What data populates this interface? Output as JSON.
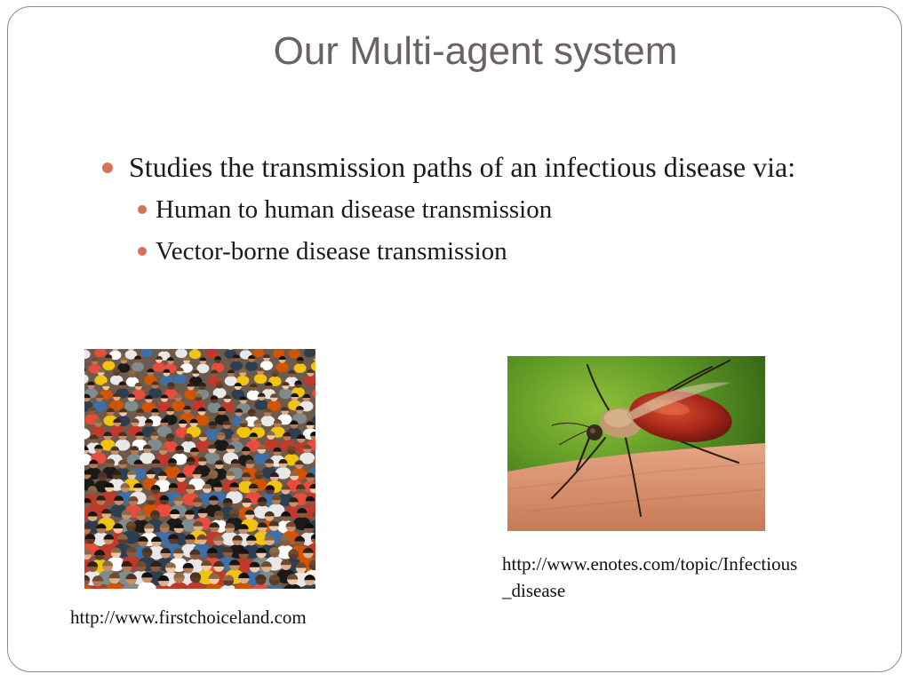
{
  "slide": {
    "title": "Our Multi-agent system",
    "bullet_main": "Studies the transmission paths of an infectious disease via:",
    "sub_bullets": [
      "Human to human disease transmission",
      "Vector-borne disease transmission"
    ],
    "colors": {
      "title": "#6b6263",
      "bullet_marker": "#d5735a",
      "frame_border": "#8c8c8c"
    }
  },
  "images": {
    "crowd": {
      "caption": "http://www.firstchoiceland.com"
    },
    "mosquito": {
      "caption": "http://www.enotes.com/topic/Infectious\n_disease"
    }
  }
}
